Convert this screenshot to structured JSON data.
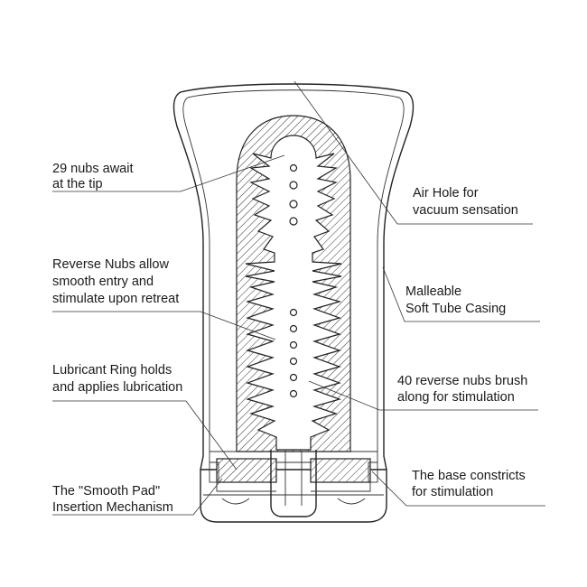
{
  "callouts": [
    {
      "id": "nubs-tip",
      "lines": [
        "29 nubs await",
        "at the tip"
      ]
    },
    {
      "id": "air-hole",
      "lines": [
        "Air Hole for",
        "vacuum sensation"
      ]
    },
    {
      "id": "reverse-nubs",
      "lines": [
        "Reverse Nubs allow",
        "smooth entry and",
        "stimulate upon retreat"
      ]
    },
    {
      "id": "casing",
      "lines": [
        "Malleable",
        "Soft Tube Casing"
      ]
    },
    {
      "id": "lubricant-ring",
      "lines": [
        "Lubricant Ring holds",
        "and applies lubrication"
      ]
    },
    {
      "id": "reverse-40",
      "lines": [
        "40 reverse nubs brush",
        "along for stimulation"
      ]
    },
    {
      "id": "smooth-pad",
      "lines": [
        "The \"Smooth Pad\"",
        "Insertion Mechanism"
      ]
    },
    {
      "id": "base",
      "lines": [
        "The base constricts",
        "for stimulation"
      ]
    }
  ]
}
